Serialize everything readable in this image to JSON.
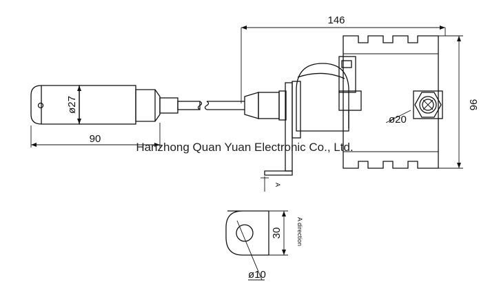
{
  "dimensions": {
    "total_length": "146",
    "height": "96",
    "probe_length": "90",
    "probe_diameter": "ø27",
    "bolt_diameter": "ø20",
    "hole_diameter": "ø10",
    "bracket_height": "30"
  },
  "labels": {
    "view_marker": "A",
    "view_title": "A direction"
  },
  "watermark": "Hanzhong Quan Yuan Electronic Co., Ltd."
}
